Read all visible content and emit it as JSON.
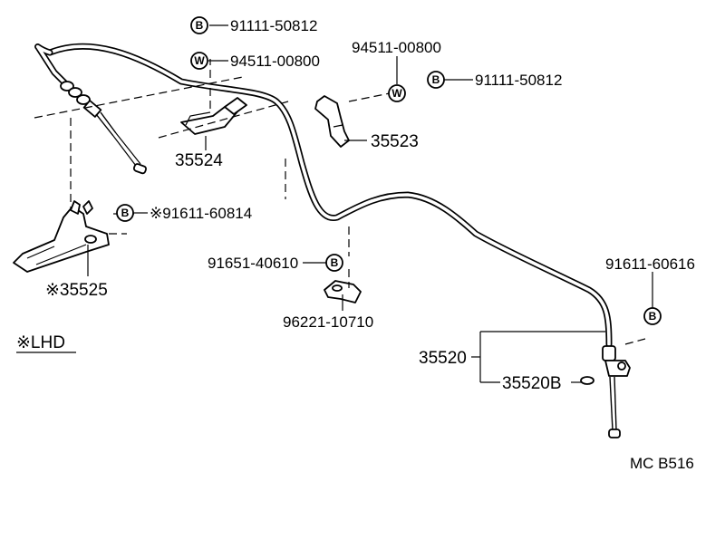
{
  "labels": {
    "bolt_top": "91111-50812",
    "washer_top": "94511-00800",
    "washer_right": "94511-00800",
    "bolt_right": "91111-50812",
    "p35524": "35524",
    "p35523": "35523",
    "bolt_lhd": "※91611-60814",
    "p35525": "※35525",
    "bolt_mid": "91651-40610",
    "clamp": "96221-10710",
    "bolt_lower_right": "91611-60616",
    "p35520": "35520",
    "p35520b": "35520B",
    "lhd_note": "※LHD",
    "drawing_code": "MC  B516"
  },
  "symbols": {
    "bolt": "B",
    "washer": "W"
  }
}
